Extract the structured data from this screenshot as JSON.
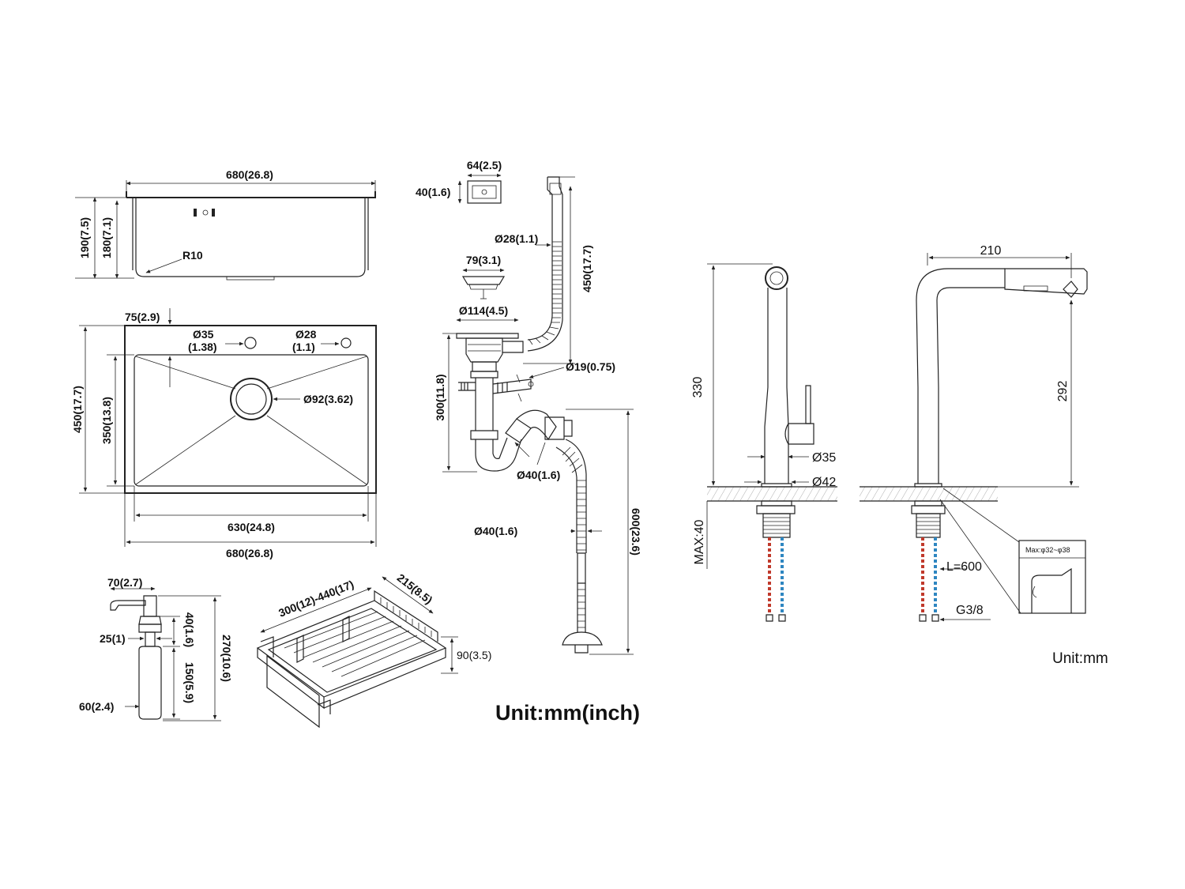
{
  "drawing": {
    "sink_top": {
      "width": "680(26.8)",
      "height_outer": "190(7.5)",
      "height_inner": "180(7.1)",
      "radius": "R10"
    },
    "sink_plan": {
      "depth_outer": "450(17.7)",
      "depth_inner": "350(13.8)",
      "offset": "75(2.9)",
      "hole_faucet_dia": "Ø35",
      "hole_faucet_dia_inch": "(1.38)",
      "hole_soap_dia": "Ø28",
      "hole_soap_dia_inch": "(1.1)",
      "drain_dia": "Ø92(3.62)",
      "bowl_width": "630(24.8)",
      "overall_width": "680(26.8)"
    },
    "overflow": {
      "width": "64(2.5)",
      "height": "40(1.6)"
    },
    "drain_kit": {
      "hose_dia": "Ø28(1.1)",
      "hose_length": "450(17.7)",
      "strainer_dia": "79(3.1)",
      "flange_dia": "Ø114(4.5)",
      "branch_dia": "Ø19(0.75)",
      "trap_height": "300(11.8)",
      "trap_dia": "Ø40(1.6)",
      "outlet_dia": "Ø40(1.6)",
      "outlet_length": "600(23.6)"
    },
    "soap_dispenser": {
      "spout": "70(2.7)",
      "head_height": "40(1.6)",
      "neck_dia": "25(1)",
      "bottle_height": "150(5.9)",
      "total_height": "270(10.6)",
      "bottle_dia": "60(2.4)"
    },
    "basket": {
      "length": "300(12)-440(17)",
      "width": "215(8.5)",
      "height": "90(3.5)"
    },
    "unit_main": "Unit:mm(inch)",
    "faucet": {
      "height": "330",
      "body_dia": "Ø35",
      "base_dia": "Ø42",
      "max_thickness": "MAX:40",
      "reach": "210",
      "spout_height": "292",
      "hose_length": "L=600",
      "thread": "G3/8",
      "hole_range": "Max:φ32~φ38",
      "unit": "Unit:mm"
    }
  }
}
